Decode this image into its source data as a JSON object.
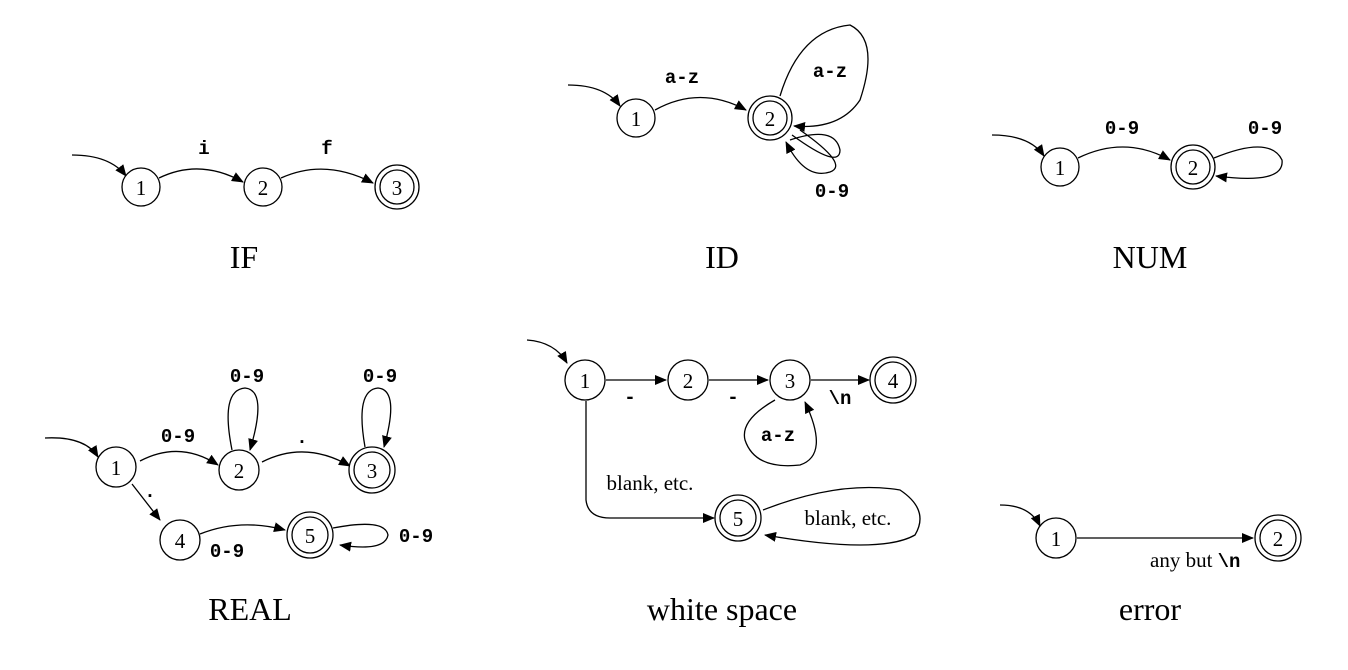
{
  "diagrams": {
    "if": {
      "title": "IF",
      "states": [
        "1",
        "2",
        "3"
      ],
      "labels": {
        "e12": "i",
        "e23": "f"
      }
    },
    "id": {
      "title": "ID",
      "states": [
        "1",
        "2"
      ],
      "labels": {
        "e12": "a-z",
        "loop_top": "a-z",
        "loop_bottom": "0-9"
      }
    },
    "num": {
      "title": "NUM",
      "states": [
        "1",
        "2"
      ],
      "labels": {
        "e12": "0-9",
        "loop": "0-9"
      }
    },
    "real": {
      "title": "REAL",
      "states": [
        "1",
        "2",
        "3",
        "4",
        "5"
      ],
      "labels": {
        "e12": "0-9",
        "loop2": "0-9",
        "e23": ".",
        "loop3": "0-9",
        "e14": ".",
        "e45": "0-9",
        "loop5": "0-9"
      }
    },
    "ws": {
      "title": "white space",
      "states": [
        "1",
        "2",
        "3",
        "4",
        "5"
      ],
      "labels": {
        "e12": "-",
        "e23": "-",
        "e34": "\\n",
        "loop3": "a-z",
        "e15": "blank, etc.",
        "loop5": "blank, etc."
      }
    },
    "error": {
      "title": "error",
      "states": [
        "1",
        "2"
      ],
      "labels": {
        "e12_prefix": "any but ",
        "e12_code": "\\n"
      }
    }
  },
  "colors": {
    "ink": "#000000",
    "background": "#ffffff"
  }
}
